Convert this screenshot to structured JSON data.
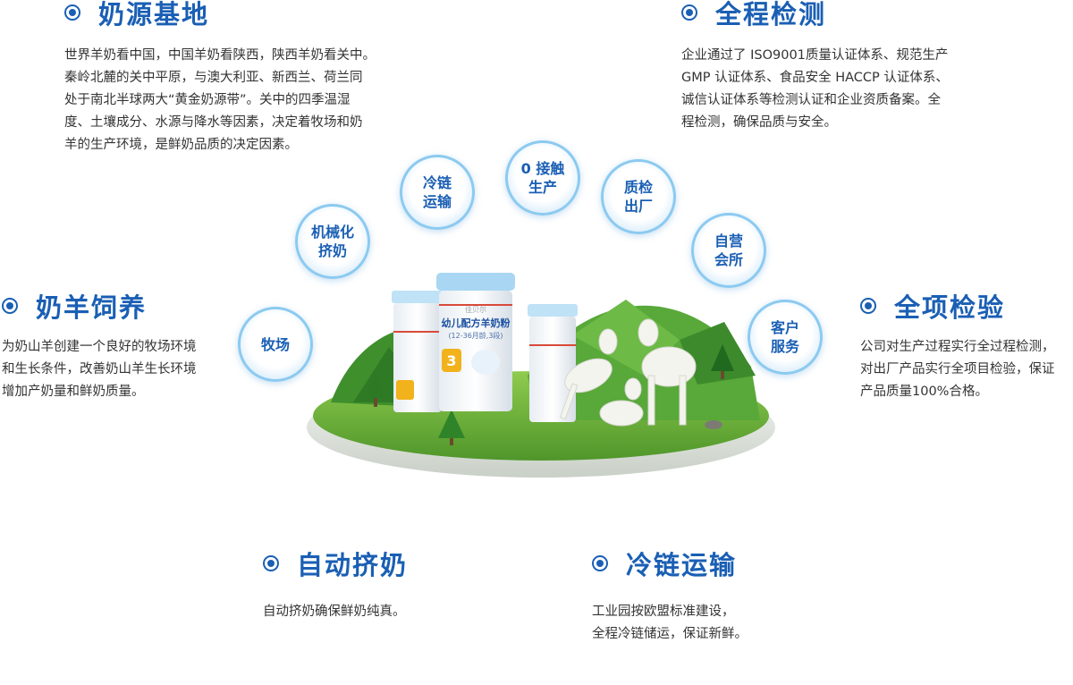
{
  "sections": {
    "milk_base": {
      "title": "奶源基地",
      "lines": [
        "世界羊奶看中国，中国羊奶看陕西，陕西羊奶看关中。",
        "秦岭北麓的关中平原，与澳大利亚、新西兰、荷兰同",
        "处于南北半球两大“黄金奶源带”。关中的四季温湿",
        "度、土壤成分、水源与降水等因素，决定着牧场和奶",
        "羊的生产环境，是鲜奶品质的决定因素。"
      ]
    },
    "full_inspection": {
      "title": "全程检测",
      "lines": [
        "企业通过了 ISO9001质量认证体系、规范生产",
        " GMP 认证体系、食品安全 HACCP 认证体系、",
        "诚信认证体系等检测认证和企业资质备案。全",
        "程检测，确保品质与安全。"
      ]
    },
    "goat_feeding": {
      "title": "奶羊饲养",
      "lines": [
        "为奶山羊创建一个良好的牧场环境",
        "和生长条件，改善奶山羊生长环境",
        "增加产奶量和鲜奶质量。"
      ]
    },
    "complete_inspection": {
      "title": "全项检验",
      "lines": [
        "公司对生产过程实行全过程检测，",
        "对出厂产品实行全项目检验，保证",
        "产品质量100%合格。"
      ]
    },
    "auto_milking": {
      "title": "自动挤奶",
      "lines": [
        "自动挤奶确保鲜奶纯真。"
      ]
    },
    "cold_chain": {
      "title": "冷链运输",
      "lines": [
        "工业园按欧盟标准建设，",
        "全程冷链储运，保证新鲜。"
      ]
    }
  },
  "bubbles": [
    {
      "id": "ranch",
      "label": "牧场"
    },
    {
      "id": "machine",
      "label": "机械化\n挤奶"
    },
    {
      "id": "cold",
      "label": "冷链\n运输"
    },
    {
      "id": "zero",
      "label": "0 接触\n生产"
    },
    {
      "id": "qc",
      "label": "质检\n出厂"
    },
    {
      "id": "club",
      "label": "自营\n会所"
    },
    {
      "id": "service",
      "label": "客户\n服务"
    }
  ],
  "product": {
    "brand": "佳贝尔",
    "name": "幼儿配方羊奶粉",
    "age": "(12-36月龄,3段)",
    "stage": "3"
  },
  "colors": {
    "title_blue": "#1a5fb4",
    "bubble_border": "#8ccaf0",
    "grass_green": "#5fa632",
    "text_gray": "#333333"
  }
}
